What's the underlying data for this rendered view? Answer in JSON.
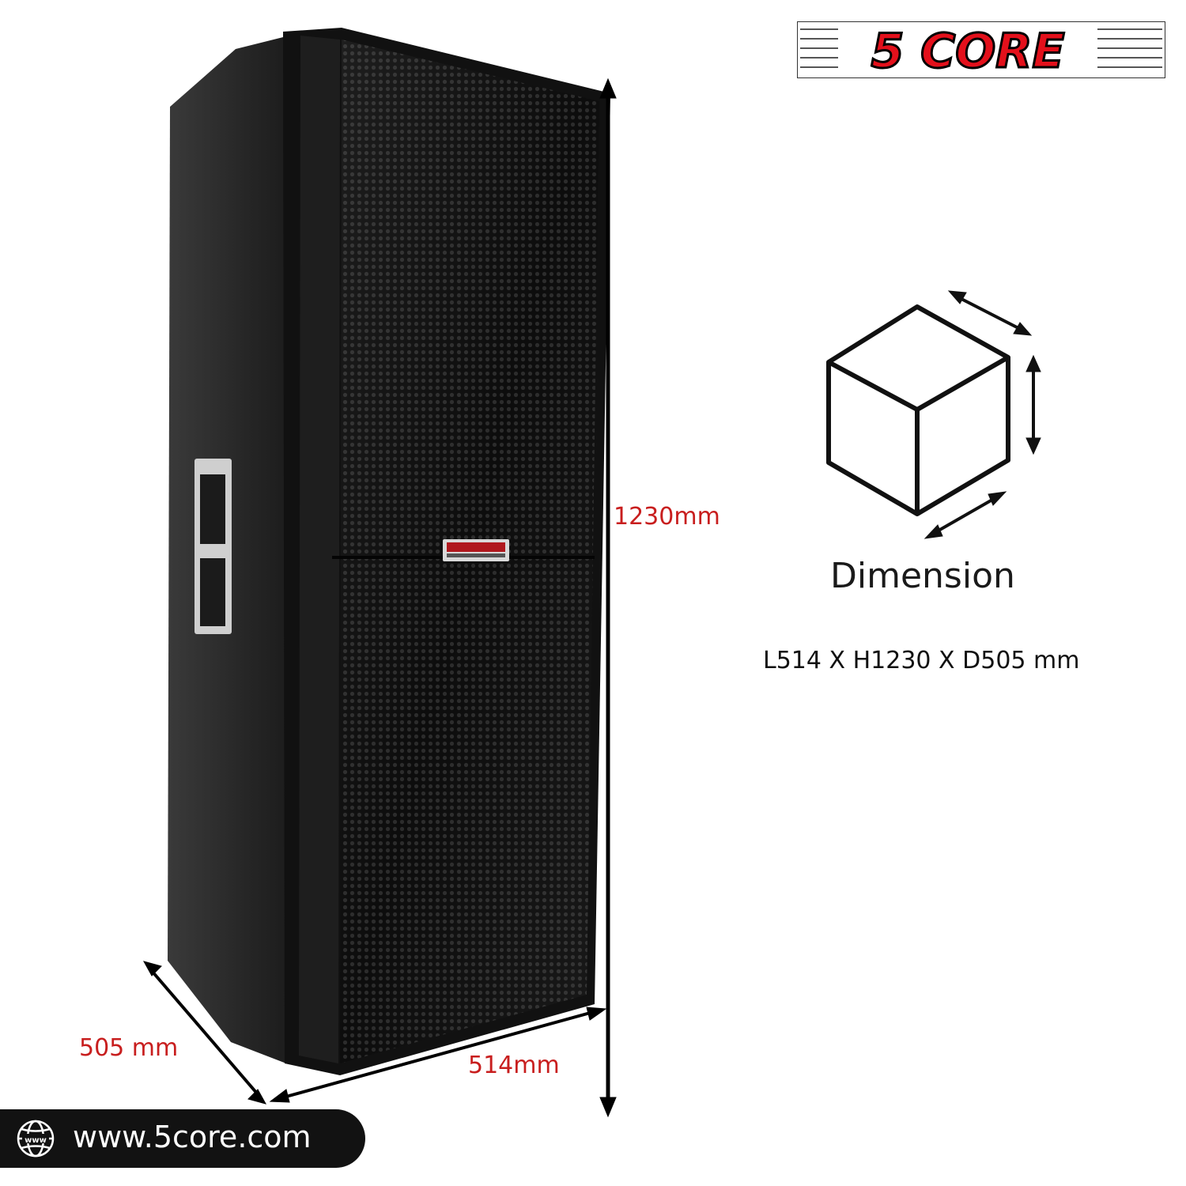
{
  "brand": {
    "name": "5 CORE"
  },
  "dimensions": {
    "height_label": "1230mm",
    "depth_label": "505 mm",
    "length_label": "514mm",
    "title": "Dimension",
    "summary": "L514 X H1230 X D505 mm"
  },
  "website": {
    "url": "www.5core.com"
  },
  "colors": {
    "dimension_red": "#c81e1e",
    "badge_bg": "#121212",
    "logo_red": "#e3101b"
  },
  "icons": [
    "globe-icon",
    "cube-icon"
  ]
}
